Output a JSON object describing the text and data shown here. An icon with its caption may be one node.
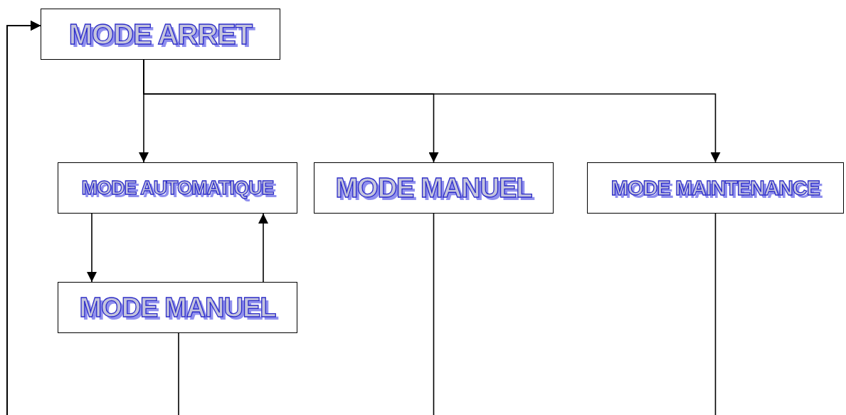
{
  "diagram": {
    "nodes": [
      {
        "text": [
          "MODE ARRET"
        ]
      },
      {
        "text": [
          "MODE AUTOMATIQUE"
        ]
      },
      {
        "text": [
          "MODE MANUEL"
        ]
      },
      {
        "text": [
          "MODE MAINTENANCE"
        ]
      },
      {
        "text": [
          "MODE MANUEL"
        ]
      }
    ],
    "edges": [
      {
        "from": 0,
        "to": 1,
        "arrow": "to"
      },
      {
        "from": 0,
        "to": 2,
        "arrow": "to"
      },
      {
        "from": 0,
        "to": 3,
        "arrow": "to"
      },
      {
        "from": 1,
        "to": 4,
        "arrow": "to"
      },
      {
        "from": 4,
        "to": 1,
        "arrow": "to"
      },
      {
        "from": 4,
        "to": 0,
        "arrow": "to"
      },
      {
        "from": 2,
        "to": 0,
        "arrow": "to"
      },
      {
        "from": 3,
        "to": 0,
        "arrow": "to"
      }
    ]
  }
}
